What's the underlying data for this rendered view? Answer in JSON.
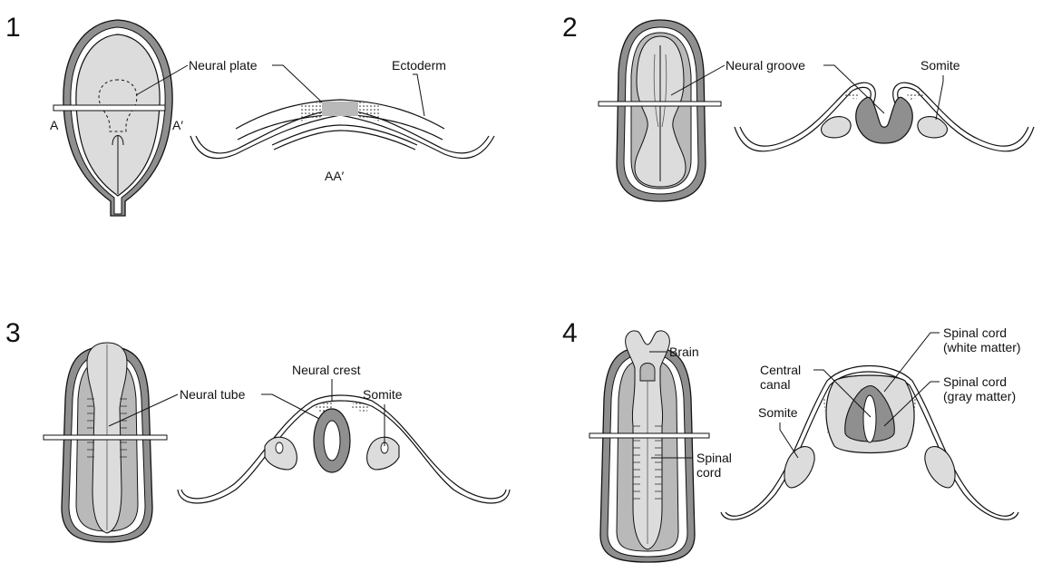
{
  "panels": [
    {
      "number": "1",
      "labels": {
        "neural_plate": "Neural plate",
        "ectoderm": "Ectoderm",
        "a": "A",
        "a_prime": "A′",
        "section": "AA′"
      }
    },
    {
      "number": "2",
      "labels": {
        "neural_groove": "Neural groove",
        "somite": "Somite"
      }
    },
    {
      "number": "3",
      "labels": {
        "neural_tube": "Neural tube",
        "neural_crest": "Neural crest",
        "somite": "Somite"
      }
    },
    {
      "number": "4",
      "labels": {
        "brain": "Brain",
        "central_canal_1": "Central",
        "central_canal_2": "canal",
        "somite": "Somite",
        "spinal_cord_1": "Spinal",
        "spinal_cord_2": "cord",
        "white_matter_1": "Spinal cord",
        "white_matter_2": "(white matter)",
        "gray_matter_1": "Spinal cord",
        "gray_matter_2": "(gray matter)"
      }
    }
  ],
  "colors": {
    "dark_gray": "#8f8f8f",
    "light_gray": "#dcdcdc",
    "mid_gray": "#b9b9b9",
    "line": "#111111",
    "white": "#ffffff"
  }
}
